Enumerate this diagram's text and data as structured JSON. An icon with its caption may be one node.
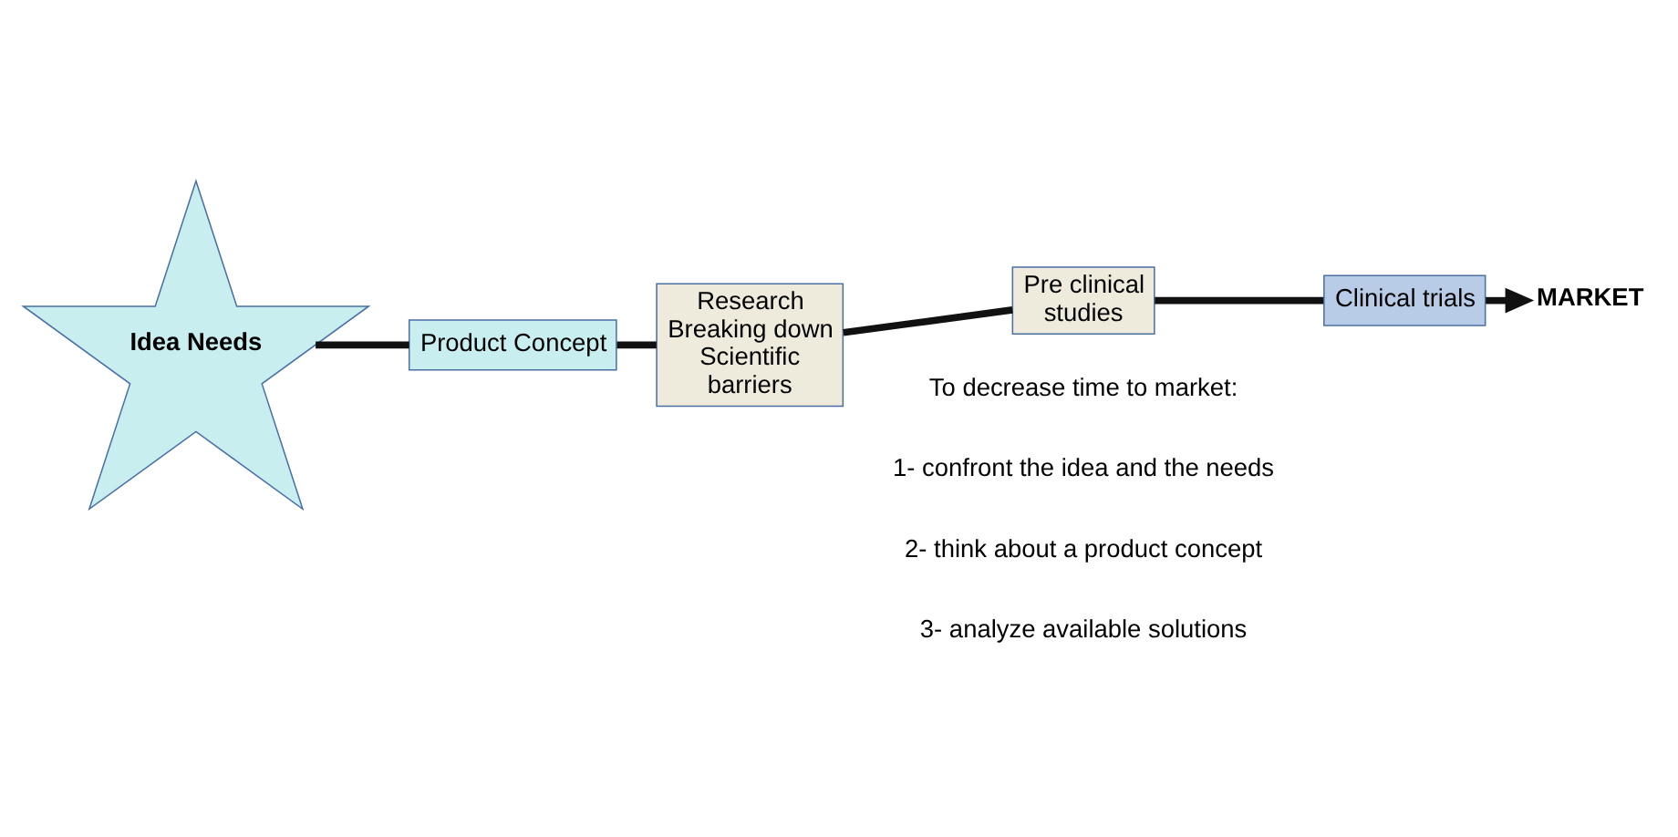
{
  "diagram": {
    "nodes": [
      {
        "text": [
          "Idea Needs"
        ]
      },
      {
        "text": [
          "Product Concept"
        ]
      },
      {
        "text": [
          "Research Breaking down Scientific barriers"
        ]
      },
      {
        "text": [
          "Pre clinical studies"
        ]
      },
      {
        "text": [
          "Clinical trials"
        ]
      },
      {
        "text": [
          "MARKET"
        ]
      }
    ],
    "edges": [
      {
        "from": 0,
        "to": 1,
        "arrow": "none"
      },
      {
        "from": 1,
        "to": 2,
        "arrow": "none"
      },
      {
        "from": 2,
        "to": 3,
        "arrow": "none"
      },
      {
        "from": 3,
        "to": 4,
        "arrow": "none"
      },
      {
        "from": 4,
        "to": 5,
        "arrow": "to"
      }
    ],
    "labels": [
      "To decrease time to market:",
      "1- confront the idea and the needs",
      "2- think about a product concept",
      "3- analyze available solutions"
    ]
  }
}
